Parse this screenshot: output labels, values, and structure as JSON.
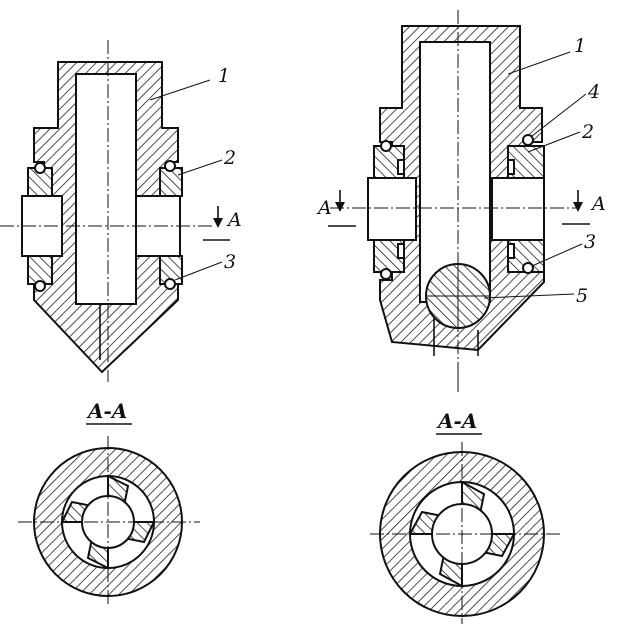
{
  "left_view": {
    "callouts": [
      "1",
      "2",
      "3"
    ],
    "section_letter": "A"
  },
  "right_view": {
    "callouts": [
      "1",
      "4",
      "2",
      "3",
      "5"
    ],
    "section_letter_left": "A",
    "section_letter_right": "A"
  },
  "sections": {
    "left_title": "A-A",
    "right_title": "A-A"
  }
}
